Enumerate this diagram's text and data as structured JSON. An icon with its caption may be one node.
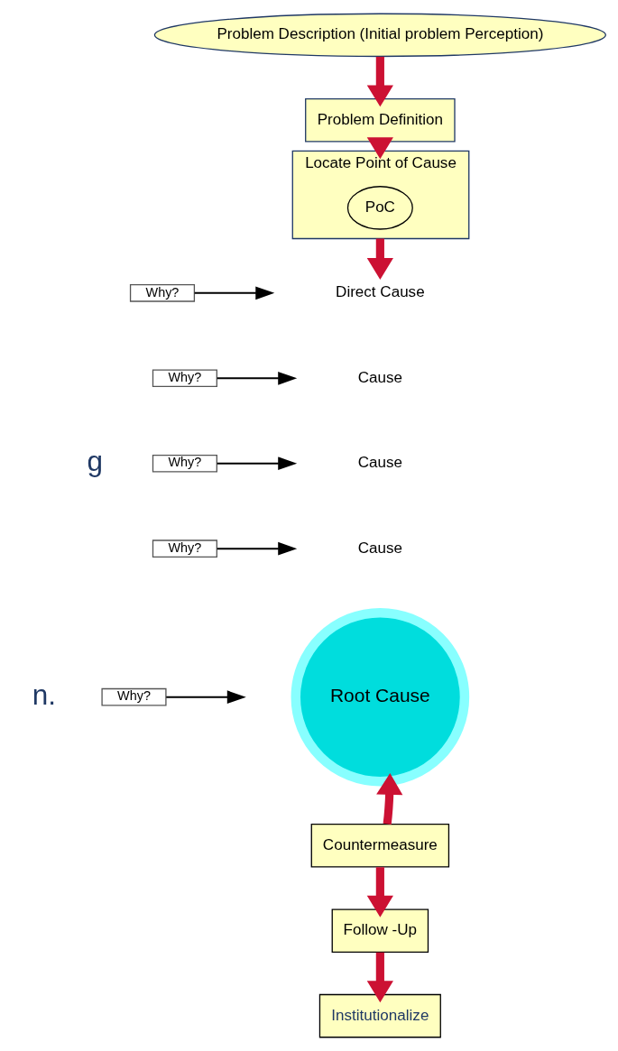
{
  "diagram": {
    "nodes": [
      {
        "text": [
          "Problem Description (Initial problem Perception)"
        ]
      },
      {
        "text": [
          "Problem Definition"
        ]
      },
      {
        "text": [
          "Locate Point of Cause"
        ]
      },
      {
        "text": [
          "PoC"
        ],
        "in": 2
      },
      {
        "text": [
          "Direct Cause"
        ]
      },
      {
        "text": [
          "Cause"
        ]
      },
      {
        "text": [
          "Cause"
        ]
      },
      {
        "text": [
          "Cause"
        ]
      },
      {
        "text": [
          "Root Cause"
        ]
      },
      {
        "text": [
          "Countermeasure"
        ]
      },
      {
        "text": [
          "Follow -Up"
        ]
      },
      {
        "text": [
          "Institutionalize"
        ]
      },
      {
        "text": [
          "Why?"
        ]
      },
      {
        "text": [
          "Why?"
        ]
      },
      {
        "text": [
          "Why?"
        ]
      },
      {
        "text": [
          "Why?"
        ]
      },
      {
        "text": [
          "Why?"
        ]
      }
    ],
    "edges": [
      {
        "from": 0,
        "to": 1,
        "arrow": "to",
        "style": "thick",
        "color": "#cc1133"
      },
      {
        "from": 1,
        "to": 2,
        "arrow": "to",
        "style": "thick",
        "color": "#cc1133"
      },
      {
        "from": 2,
        "to": 4,
        "arrow": "to",
        "style": "thick",
        "color": "#cc1133"
      },
      {
        "from": 9,
        "to": 8,
        "arrow": "to",
        "style": "thick",
        "color": "#cc1133"
      },
      {
        "from": 9,
        "to": 10,
        "arrow": "to",
        "style": "thick",
        "color": "#cc1133"
      },
      {
        "from": 10,
        "to": 11,
        "arrow": "to",
        "style": "thick",
        "color": "#cc1133"
      },
      {
        "from": 12,
        "to": null,
        "arrow": "to",
        "color": "#000000"
      },
      {
        "from": 13,
        "to": null,
        "arrow": "to",
        "color": "#000000"
      },
      {
        "from": 14,
        "to": null,
        "arrow": "to",
        "color": "#000000"
      },
      {
        "from": 15,
        "to": null,
        "arrow": "to",
        "color": "#000000"
      },
      {
        "from": 16,
        "to": null,
        "arrow": "to",
        "color": "#000000"
      }
    ],
    "labels": [
      "g",
      "n."
    ]
  }
}
